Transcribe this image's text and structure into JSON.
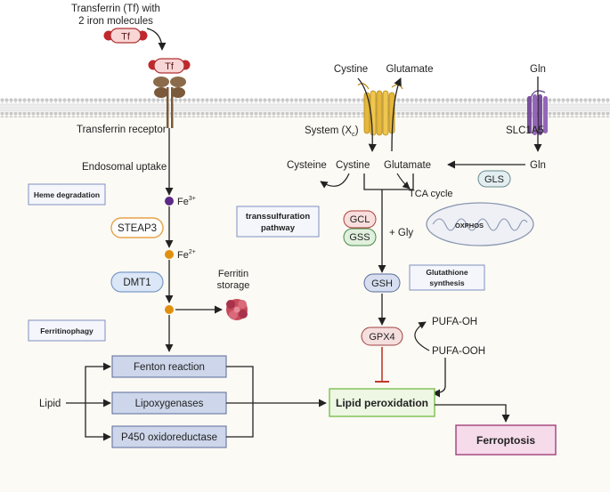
{
  "labels": {
    "tf_caption_line1": "Transferrin (Tf) with",
    "tf_caption_line2": "2 iron molecules",
    "tf": "Tf",
    "tf_receptor_tf": "Tf",
    "transferrin_receptor": "Transferrin receptor",
    "endosomal_uptake": "Endosomal uptake",
    "heme_degradation": "Heme degradation",
    "fe3": "Fe",
    "fe3_sup": "3+",
    "steap3": "STEAP3",
    "fe2": "Fe",
    "fe2_sup": "2+",
    "dmt1": "DMT1",
    "ferritin_storage_line1": "Ferritin",
    "ferritin_storage_line2": "storage",
    "ferritinophagy": "Ferritinophagy",
    "fenton": "Fenton reaction",
    "lipoxygenases": "Lipoxygenases",
    "p450": "P450 oxidoreductase",
    "lipid": "Lipid",
    "cystine_top": "Cystine",
    "glutamate_top": "Glutamate",
    "system_xc_prefix": "System (X",
    "system_xc_sub": "c",
    "system_xc_suffix": ")",
    "gln_top": "Gln",
    "slc1a5": "SLC1A5",
    "cysteine": "Cysteine",
    "cystine_mid": "Cystine",
    "glutamate_mid": "Glutamate",
    "gln_mid": "Gln",
    "gls": "GLS",
    "tca_cycle": "TCA cycle",
    "oxphos": "OXPHOS",
    "transsulfuration_line1": "transsulfuration",
    "transsulfuration_line2": "pathway",
    "gcl": "GCL",
    "gss": "GSS",
    "plus_gly": "+ Gly",
    "gsh": "GSH",
    "glutathione_line1": "Glutathione",
    "glutathione_line2": "synthesis",
    "gpx4": "GPX4",
    "pufa_oh": "PUFA-OH",
    "pufa_ooh": "PUFA-OOH",
    "lipid_peroxidation": "Lipid peroxidation",
    "ferroptosis": "Ferroptosis"
  },
  "colors": {
    "cytoplasm": "#fbfaf4",
    "arrow": "#222222",
    "inhibit": "#c0392b",
    "tf_fill": "#f9d6d6",
    "tf_stroke": "#b03030",
    "iron_red": "#c0282d",
    "steap3_stroke": "#e8a24a",
    "dmt1_fill": "#dbe7f7",
    "enzyme_box": "#cdd6ea",
    "lipid_perox_fill": "#eef7e3",
    "lipid_perox_stroke": "#7cbf4f",
    "ferroptosis_fill": "#f6dbea",
    "ferroptosis_stroke": "#a0407a",
    "fe3_dot": "#5b2a86",
    "fe2_dot": "#e0900f",
    "gcl_fill": "#f9dede",
    "gss_fill": "#e0f0dd",
    "gls_fill": "#e3eef0",
    "gsh_fill": "#d6def0",
    "gpx4_fill": "#f5dede",
    "label_box_stroke": "#8090c0",
    "xc_transporter": "#e5b73b",
    "slc1a5_transporter": "#7b4f9e"
  },
  "icons": {
    "transferrin_receptor": "transferrin-receptor-icon",
    "system_xc": "cystine-glutamate-antiporter-icon",
    "slc1a5": "glutamine-transporter-icon",
    "ferritin": "ferritin-cluster-icon",
    "mitochondrion": "mitochondrion-icon",
    "membrane": "lipid-bilayer"
  }
}
